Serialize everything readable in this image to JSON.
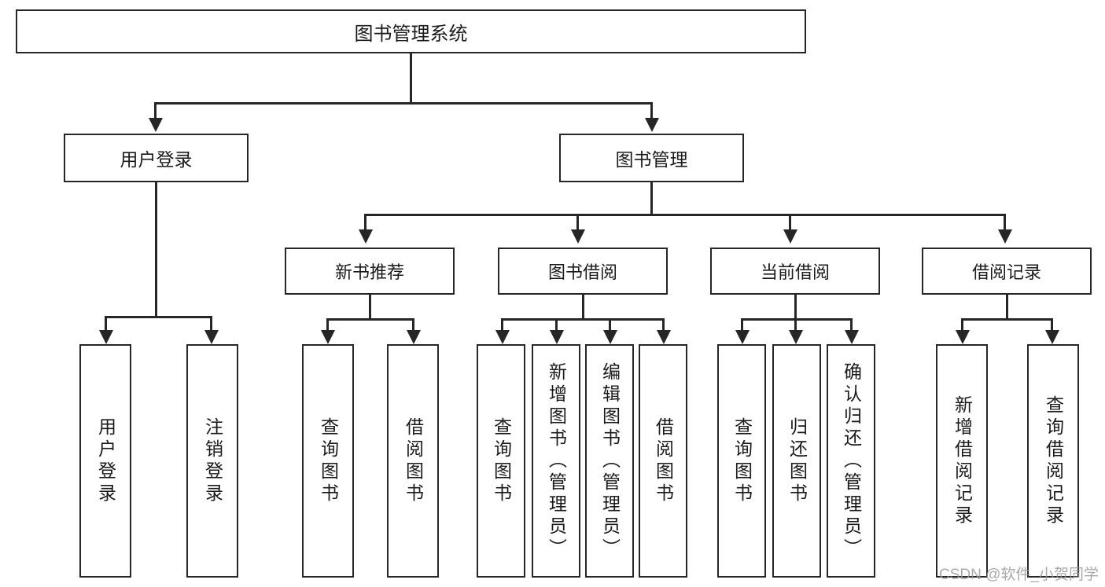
{
  "diagram": {
    "title": "图书管理系统",
    "type": "tree-hierarchy-diagram",
    "root": {
      "label": "图书管理系统"
    },
    "level2": [
      {
        "label": "用户登录"
      },
      {
        "label": "图书管理"
      }
    ],
    "level3": [
      {
        "label": "新书推荐"
      },
      {
        "label": "图书借阅"
      },
      {
        "label": "当前借阅"
      },
      {
        "label": "借阅记录"
      }
    ],
    "leaves": {
      "user_login": [
        {
          "label": "用户登录"
        },
        {
          "label": "注销登录"
        }
      ],
      "new_book_recommend": [
        {
          "label": "查询图书"
        },
        {
          "label": "借阅图书"
        }
      ],
      "book_borrow": [
        {
          "label": "查询图书"
        },
        {
          "label": "新增图书（管理员）"
        },
        {
          "label": "编辑图书（管理员）"
        },
        {
          "label": "借阅图书"
        }
      ],
      "current_borrow": [
        {
          "label": "查询图书"
        },
        {
          "label": "归还图书"
        },
        {
          "label": "确认归还（管理员）"
        }
      ],
      "borrow_record": [
        {
          "label": "新增借阅记录"
        },
        {
          "label": "查询借阅记录"
        }
      ]
    }
  },
  "watermark": {
    "text": "CSDN @软件_小贺同学"
  },
  "colors": {
    "stroke": "#262626",
    "fill": "#ffffff",
    "text": "#1a1a1a",
    "watermark": "#9a9a9a"
  }
}
